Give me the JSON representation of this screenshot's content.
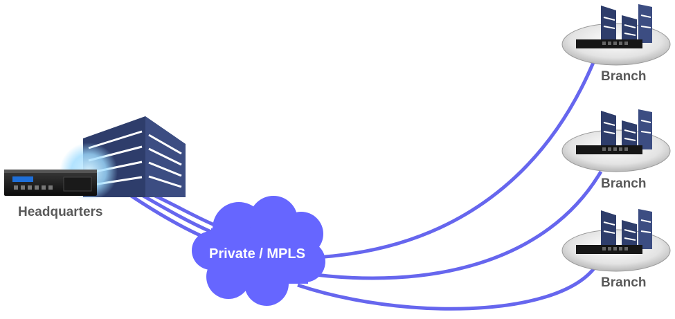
{
  "diagram": {
    "nodes": {
      "headquarters": {
        "label": "Headquarters",
        "icon": "hq-building-icon"
      },
      "cloud": {
        "label": "Private / MPLS",
        "icon": "cloud-icon"
      },
      "branches": [
        {
          "label": "Branch",
          "icon": "branch-building-icon"
        },
        {
          "label": "Branch",
          "icon": "branch-building-icon"
        },
        {
          "label": "Branch",
          "icon": "branch-building-icon"
        }
      ]
    },
    "colors": {
      "link": "#6666ee",
      "cloud": "#6666ff",
      "building": "#2e3d6b",
      "label": "#595959"
    }
  }
}
